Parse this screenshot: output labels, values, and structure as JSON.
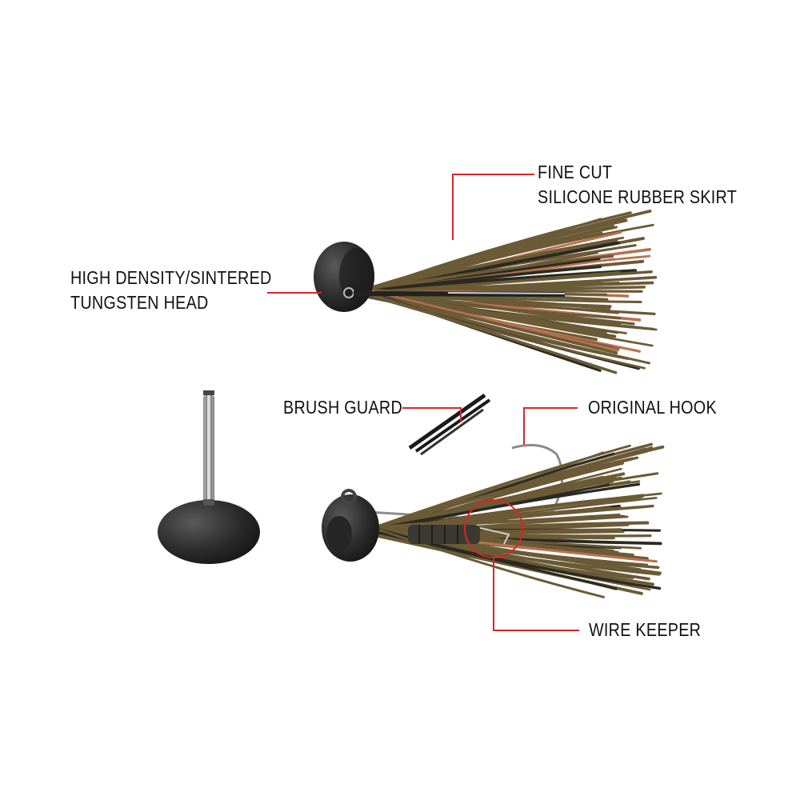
{
  "callouts": {
    "skirt": {
      "line1": "FINE CUT",
      "line2": "SILICONE RUBBER SKIRT"
    },
    "head": {
      "line1": "HIGH DENSITY/SINTERED",
      "line2": "TUNGSTEN HEAD"
    },
    "brush_guard": {
      "text": "BRUSH GUARD"
    },
    "hook": {
      "text": "ORIGINAL HOOK"
    },
    "wire_keeper": {
      "text": "WIRE KEEPER"
    }
  },
  "colors": {
    "callout_line": "#d9262b",
    "skirt_green": "#6b5a36",
    "skirt_dark": "#2a2a22",
    "skirt_orange": "#b8714f",
    "head": "#2b2b2b",
    "background": "#ffffff"
  }
}
